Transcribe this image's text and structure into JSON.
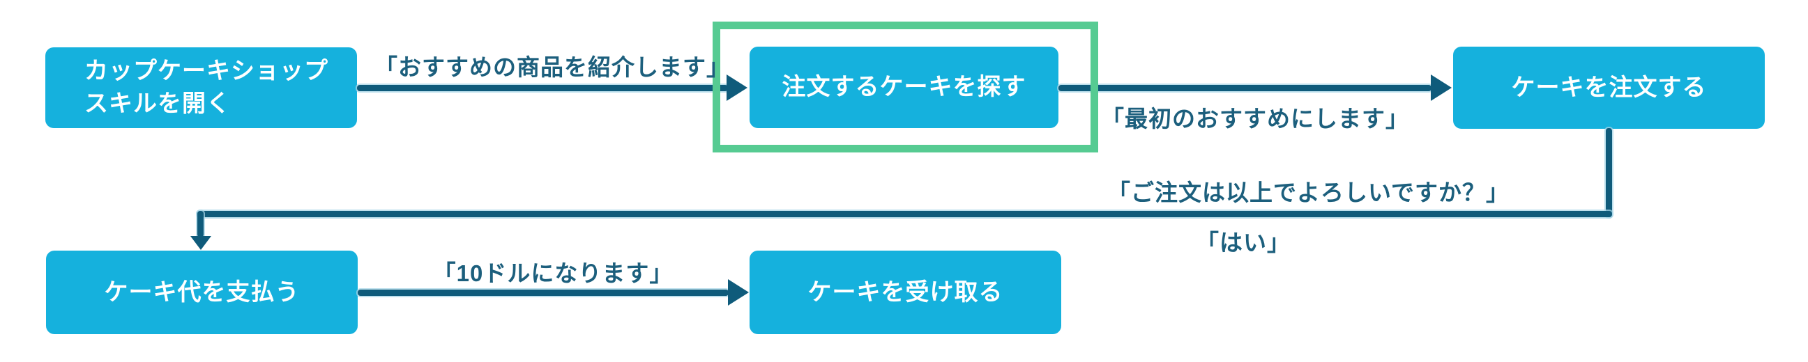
{
  "diagram": {
    "title": "cupcake-shop-skill-order-flow",
    "nodes": {
      "open_skill": {
        "lines": [
          "カップケーキショップ",
          "スキルを開く"
        ]
      },
      "find_cake": {
        "label": "注文するケーキを探す",
        "highlighted": true
      },
      "order_cake": {
        "label": "ケーキを注文する"
      },
      "pay": {
        "label": "ケーキ代を支払う"
      },
      "receive": {
        "label": "ケーキを受け取る"
      }
    },
    "edges": [
      {
        "from": "open_skill",
        "to": "find_cake",
        "label": "「おすすめの商品を紹介します」"
      },
      {
        "from": "find_cake",
        "to": "order_cake",
        "label": "「最初のおすすめにします」"
      },
      {
        "from": "order_cake",
        "to": "pay",
        "label": "「ご注文は以上でよろしいですか？」",
        "label2": "「はい」"
      },
      {
        "from": "pay",
        "to": "receive",
        "label": "「10ドルになります」"
      }
    ],
    "edge_labels": {
      "recommend_products": "「おすすめの商品を紹介します」",
      "first_recommendation": "「最初のおすすめにします」",
      "confirm_order": "「ご注文は以上でよろしいですか？」",
      "yes": "「はい」",
      "ten_dollars": "「10ドルになります」"
    },
    "colors": {
      "node_fill": "#15b1dd",
      "node_text": "#ffffff",
      "connector": "#0f5b7b",
      "label_text": "#1c5f7d",
      "highlight_border": "#56cb92",
      "background": "#ffffff"
    }
  }
}
